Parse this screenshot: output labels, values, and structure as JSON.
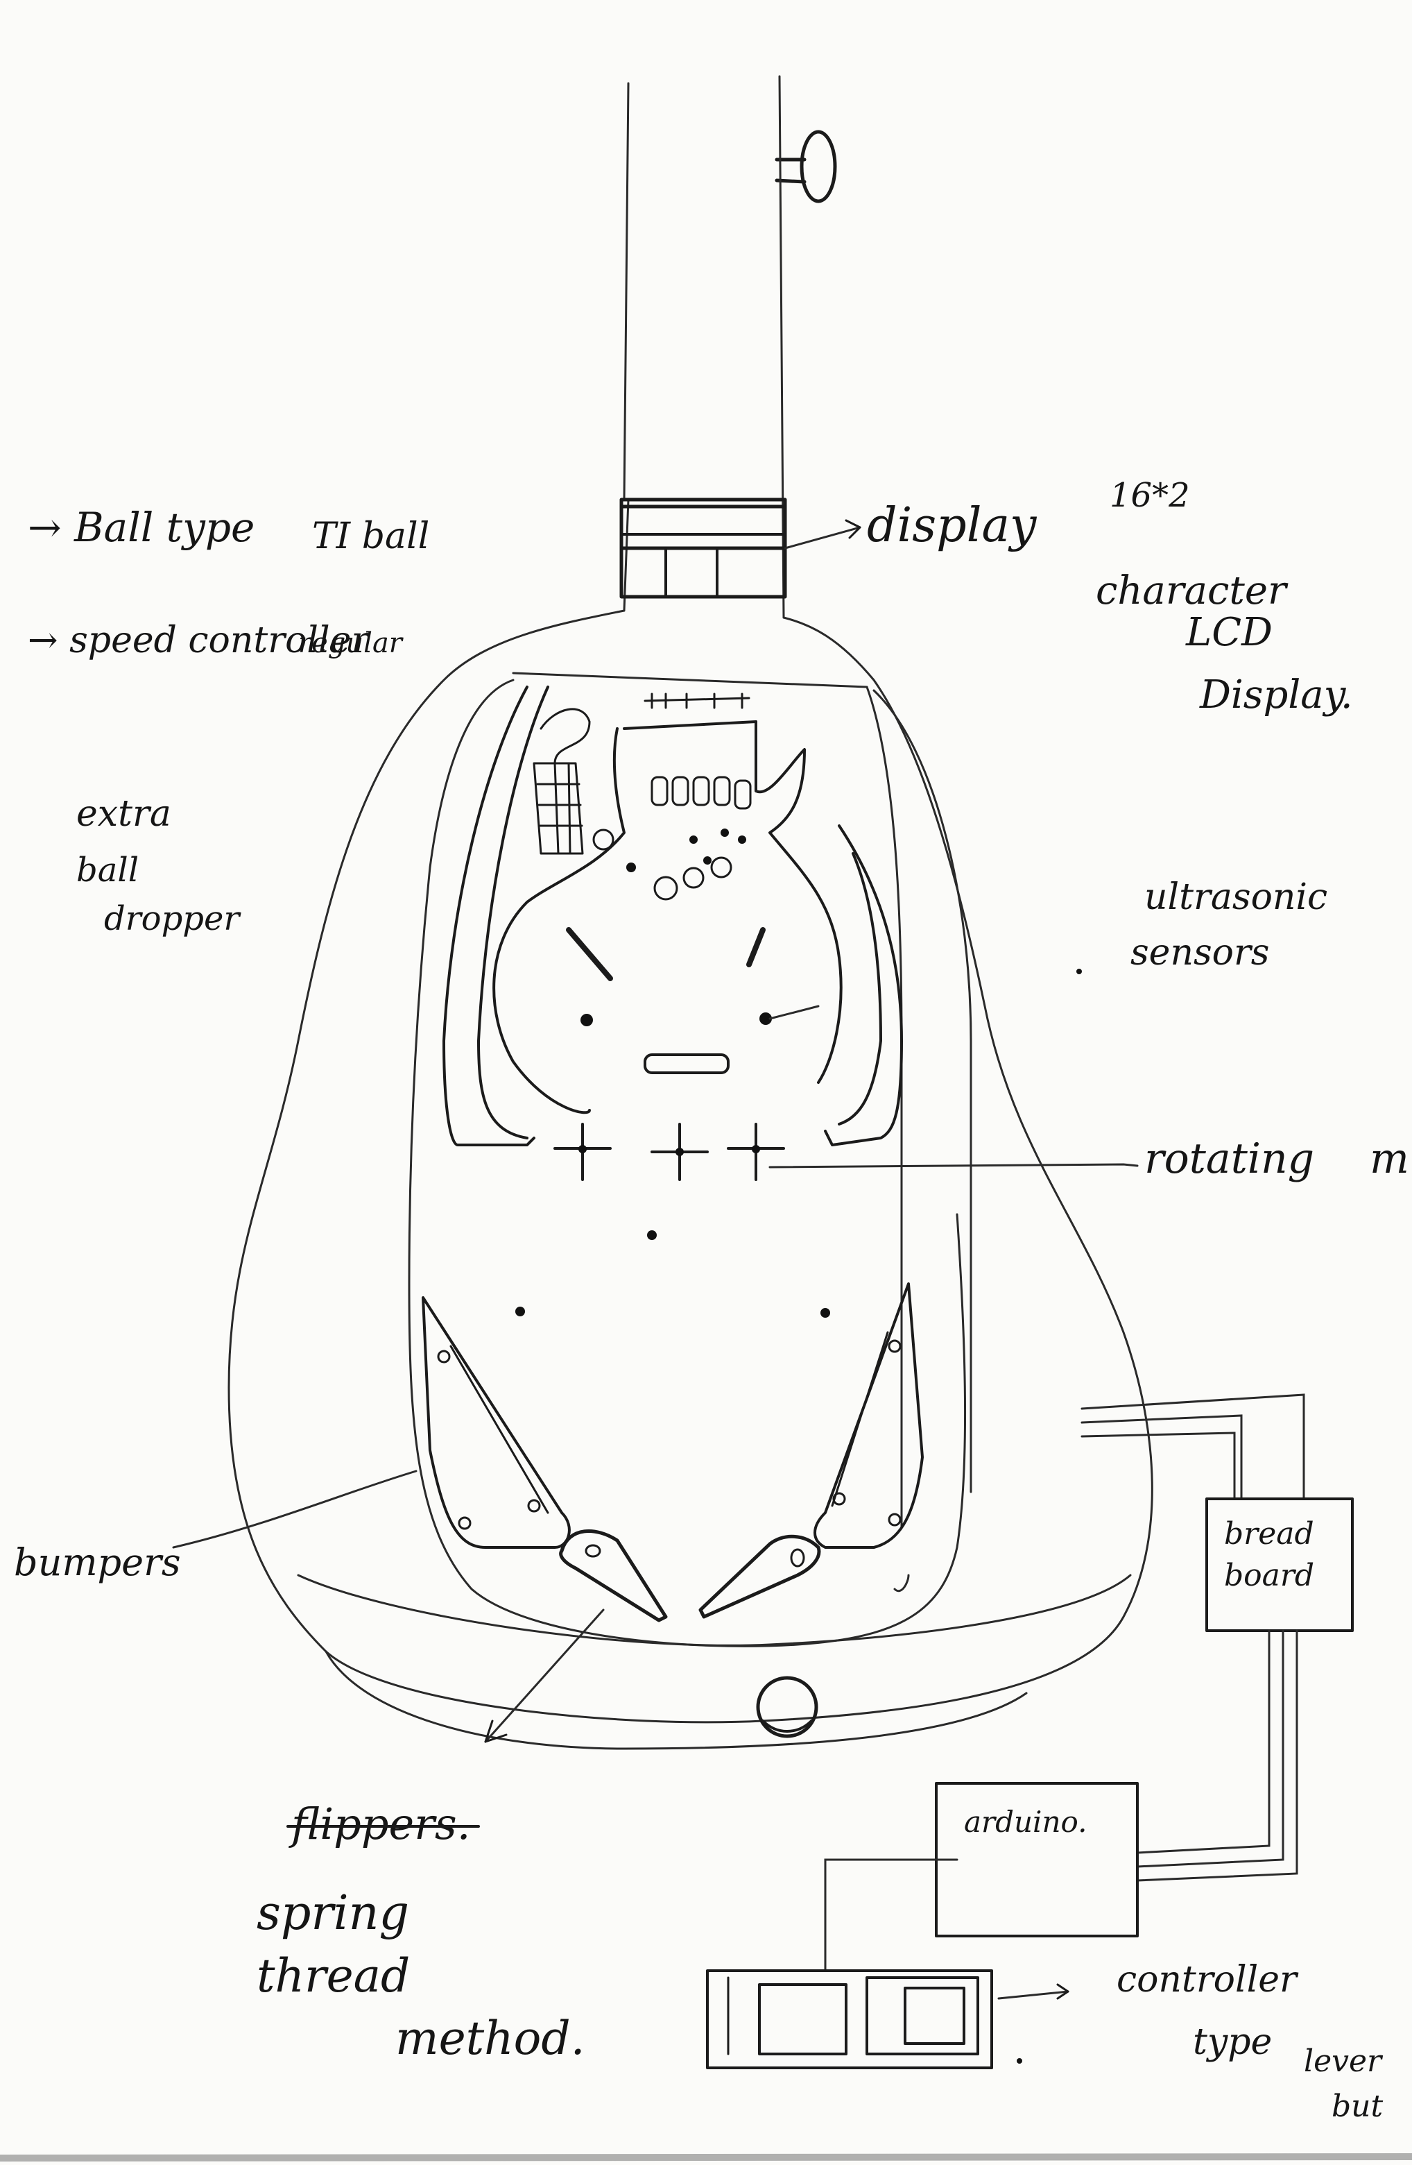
{
  "annotations": {
    "ball_type": "→ Ball type",
    "ti_ball": "TI ball",
    "speed_controller": "→ speed controller",
    "regular": "regular",
    "extra_ball_dropper_line1": "extra",
    "extra_ball_dropper_line2": "ball",
    "extra_ball_dropper_line3": "dropper",
    "display": "display",
    "lcd_size": "16*2",
    "lcd_line1": "character",
    "lcd_line2": "LCD",
    "lcd_line3": "Display.",
    "ultrasonic_line1": "ultrasonic",
    "ultrasonic_line2": "sensors",
    "rotating": "rotating",
    "rotating_cut": "m",
    "bumpers": "bumpers",
    "flippers_strike": "flippers.",
    "spring": "spring",
    "thread": "thread",
    "method": "method.",
    "bread_board_line1": "bread",
    "bread_board_line2": "board",
    "arduino": "arduino.",
    "controller_line1": "controller",
    "controller_line2": "type",
    "controller_line3": "lever",
    "controller_line4": "but"
  },
  "colors": {
    "paper": "#fbfbf9",
    "ink": "#151515"
  }
}
